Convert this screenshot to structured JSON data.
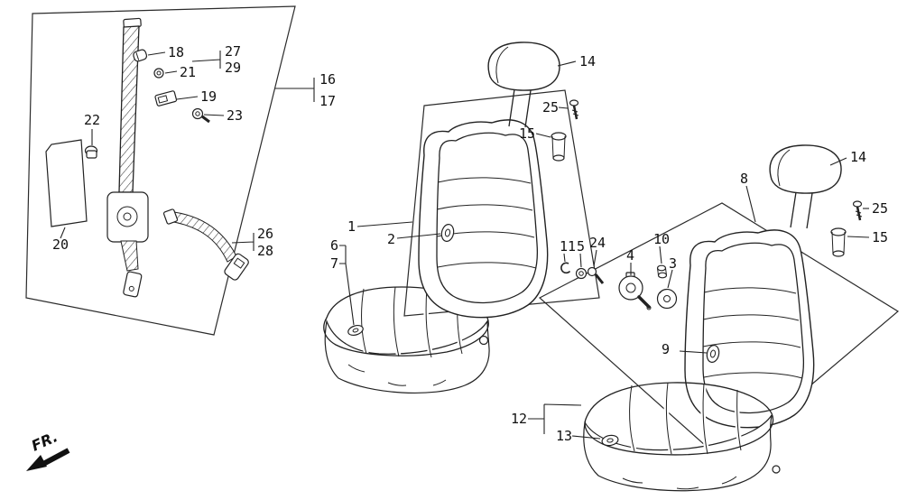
{
  "diagram": {
    "direction_label": "FR.",
    "callouts": {
      "n1": "1",
      "n2": "2",
      "n3": "3",
      "n4": "4",
      "n5": "5",
      "n6": "6",
      "n7": "7",
      "n8": "8",
      "n9": "9",
      "n10": "10",
      "n11": "11",
      "n12": "12",
      "n13": "13",
      "n14_left": "14",
      "n14_right": "14",
      "n15_left": "15",
      "n15_right": "15",
      "n16": "16",
      "n17": "17",
      "n18": "18",
      "n19": "19",
      "n20": "20",
      "n21": "21",
      "n22": "22",
      "n23": "23",
      "n24": "24",
      "n25_left": "25",
      "n25_right": "25",
      "n26": "26",
      "n27": "27",
      "n28": "28",
      "n29": "29"
    }
  }
}
